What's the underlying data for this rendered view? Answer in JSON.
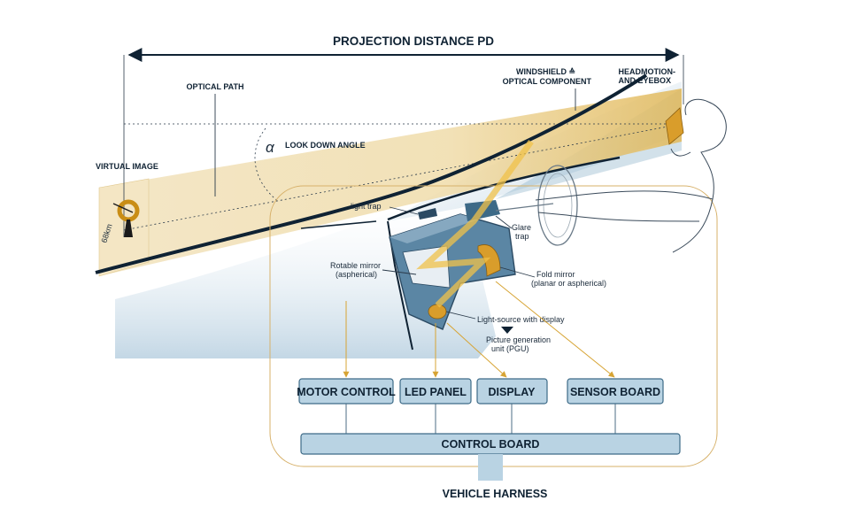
{
  "title": "PROJECTION DISTANCE PD",
  "labels": {
    "optical_path": "OPTICAL PATH",
    "look_down_symbol": "α",
    "look_down_angle": "LOOK DOWN ANGLE",
    "virtual_image": "VIRTUAL IMAGE",
    "virtual_image_speed": "68km",
    "windshield_line1": "WINDSHIELD ≙",
    "windshield_line2": "OPTICAL COMPONENT",
    "headmotion_line1": "HEADMOTION-",
    "headmotion_line2": "AND EYEBOX",
    "light_trap": "light trap",
    "glare_trap_line1": "Glare",
    "glare_trap_line2": "trap",
    "rotable_mirror_line1": "Rotable mirror",
    "rotable_mirror_line2": "(aspherical)",
    "fold_mirror_line1": "Fold mirror",
    "fold_mirror_line2": "(planar or aspherical)",
    "light_source": "Light-source with display",
    "pgu_line1": "Picture generation",
    "pgu_line2": "unit (PGU)",
    "vehicle_harness": "VEHICLE HARNESS"
  },
  "boxes": {
    "motor_control": "MOTOR CONTROL",
    "led_panel": "LED PANEL",
    "display": "DISPLAY",
    "sensor_board": "SENSOR BOARD",
    "control_board": "CONTROL BOARD"
  },
  "colors": {
    "navy": "#0f2233",
    "light_blue": "#b9d3e3",
    "amber": "#d7a434",
    "beam": "#e9cf93"
  }
}
